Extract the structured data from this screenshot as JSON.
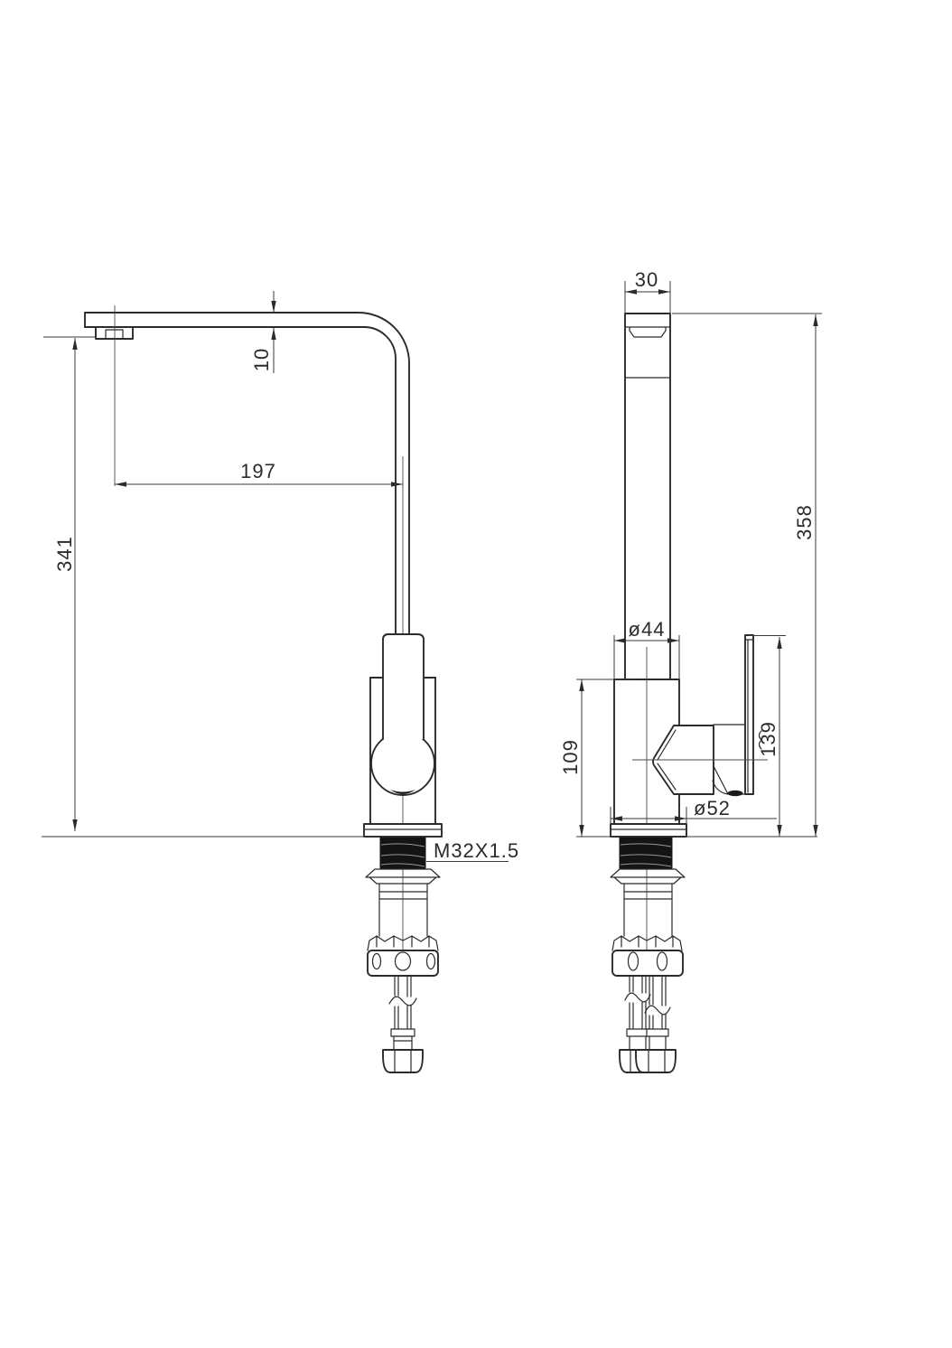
{
  "drawing": {
    "title": "kitchen-sink-mixer-tap-dimension-drawing",
    "background": "#ffffff",
    "line_color": "#2b2b2b",
    "units": "mm",
    "views": {
      "side": {
        "label": "side-view",
        "dims": {
          "spout_thickness": "10",
          "spout_reach": "197",
          "spout_height": "341",
          "mount_thread": "M32X1.5"
        }
      },
      "front": {
        "label": "front-view",
        "dims": {
          "spout_width": "30",
          "body_diameter": "ø44",
          "deck_to_shoulder": "109",
          "handle_height": "139",
          "base_diameter": "ø52",
          "overall_height": "358"
        }
      }
    }
  }
}
